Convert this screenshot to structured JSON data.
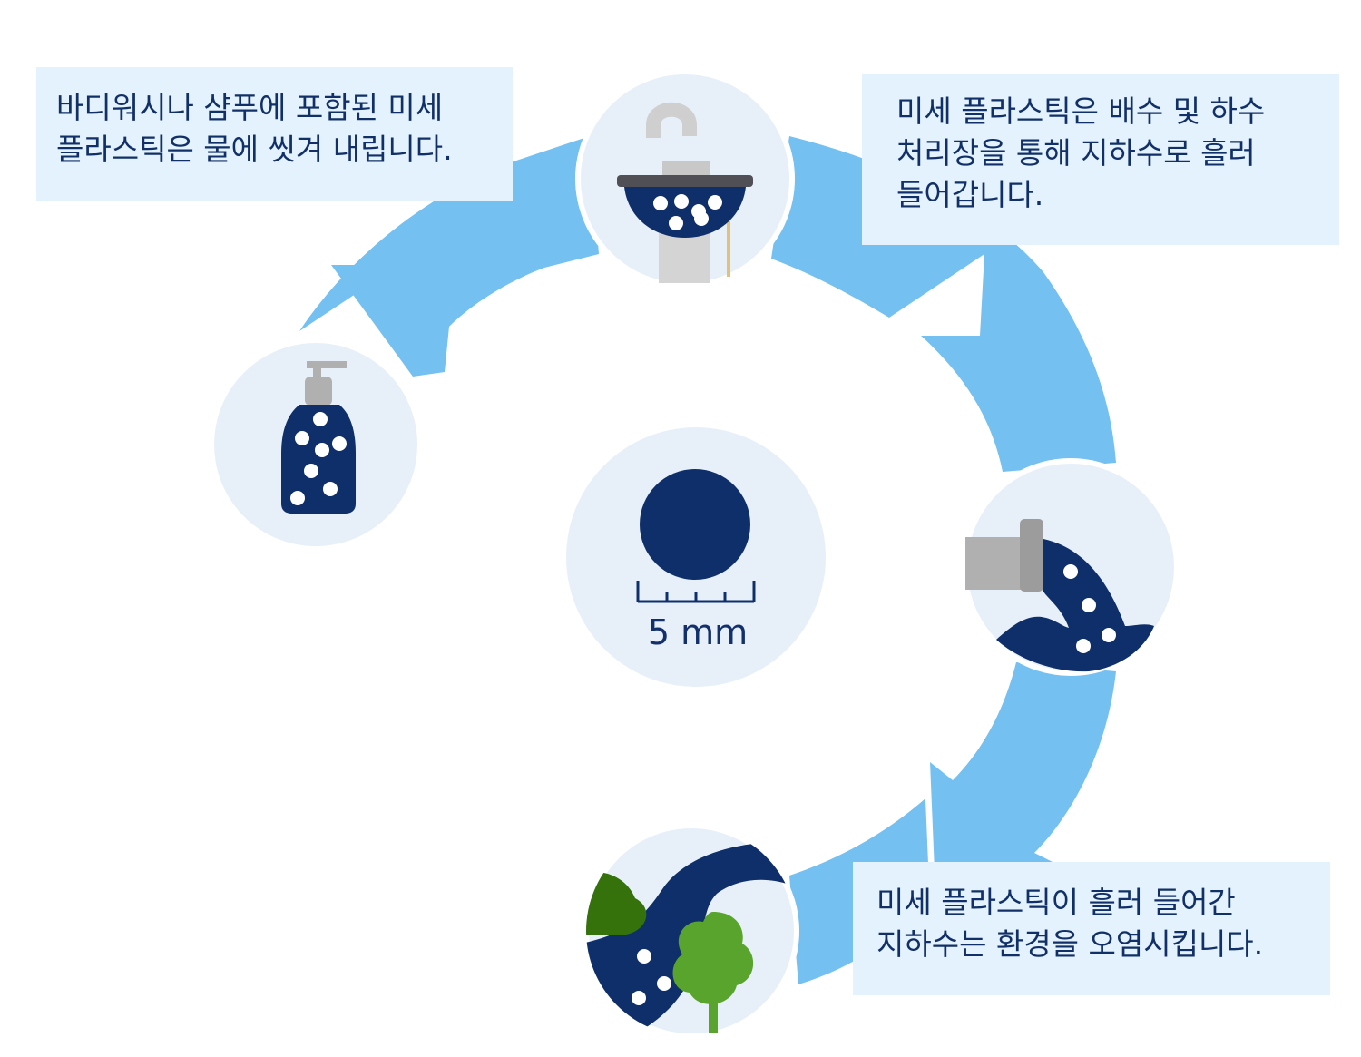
{
  "captions": {
    "step1": [
      "바디워시나 샴푸에 포함된 미세",
      "플라스틱은 물에 씻겨 내립니다."
    ],
    "step2": [
      "미세 플라스틱은 배수 및 하수",
      "처리장을 통해 지하수로 흘러",
      "들어갑니다."
    ],
    "step3": [
      "미세 플라스틱이 흘러 들어간",
      "지하수는 환경을 오염시킵니다."
    ]
  },
  "scale_label": "5 mm",
  "colors": {
    "arrow": "#74c0f0",
    "circle_bg": "#e7f0f9",
    "navy": "#0f2f6b",
    "caption_bg": "#e3f2fc",
    "light_green": "#58a42c",
    "dark_green": "#35720c",
    "gray": "#b0b0b0"
  },
  "icons": [
    "soap-bottle-icon",
    "sink-strainer-icon",
    "drain-pipe-icon",
    "river-tree-icon",
    "microplastic-bead-icon"
  ]
}
